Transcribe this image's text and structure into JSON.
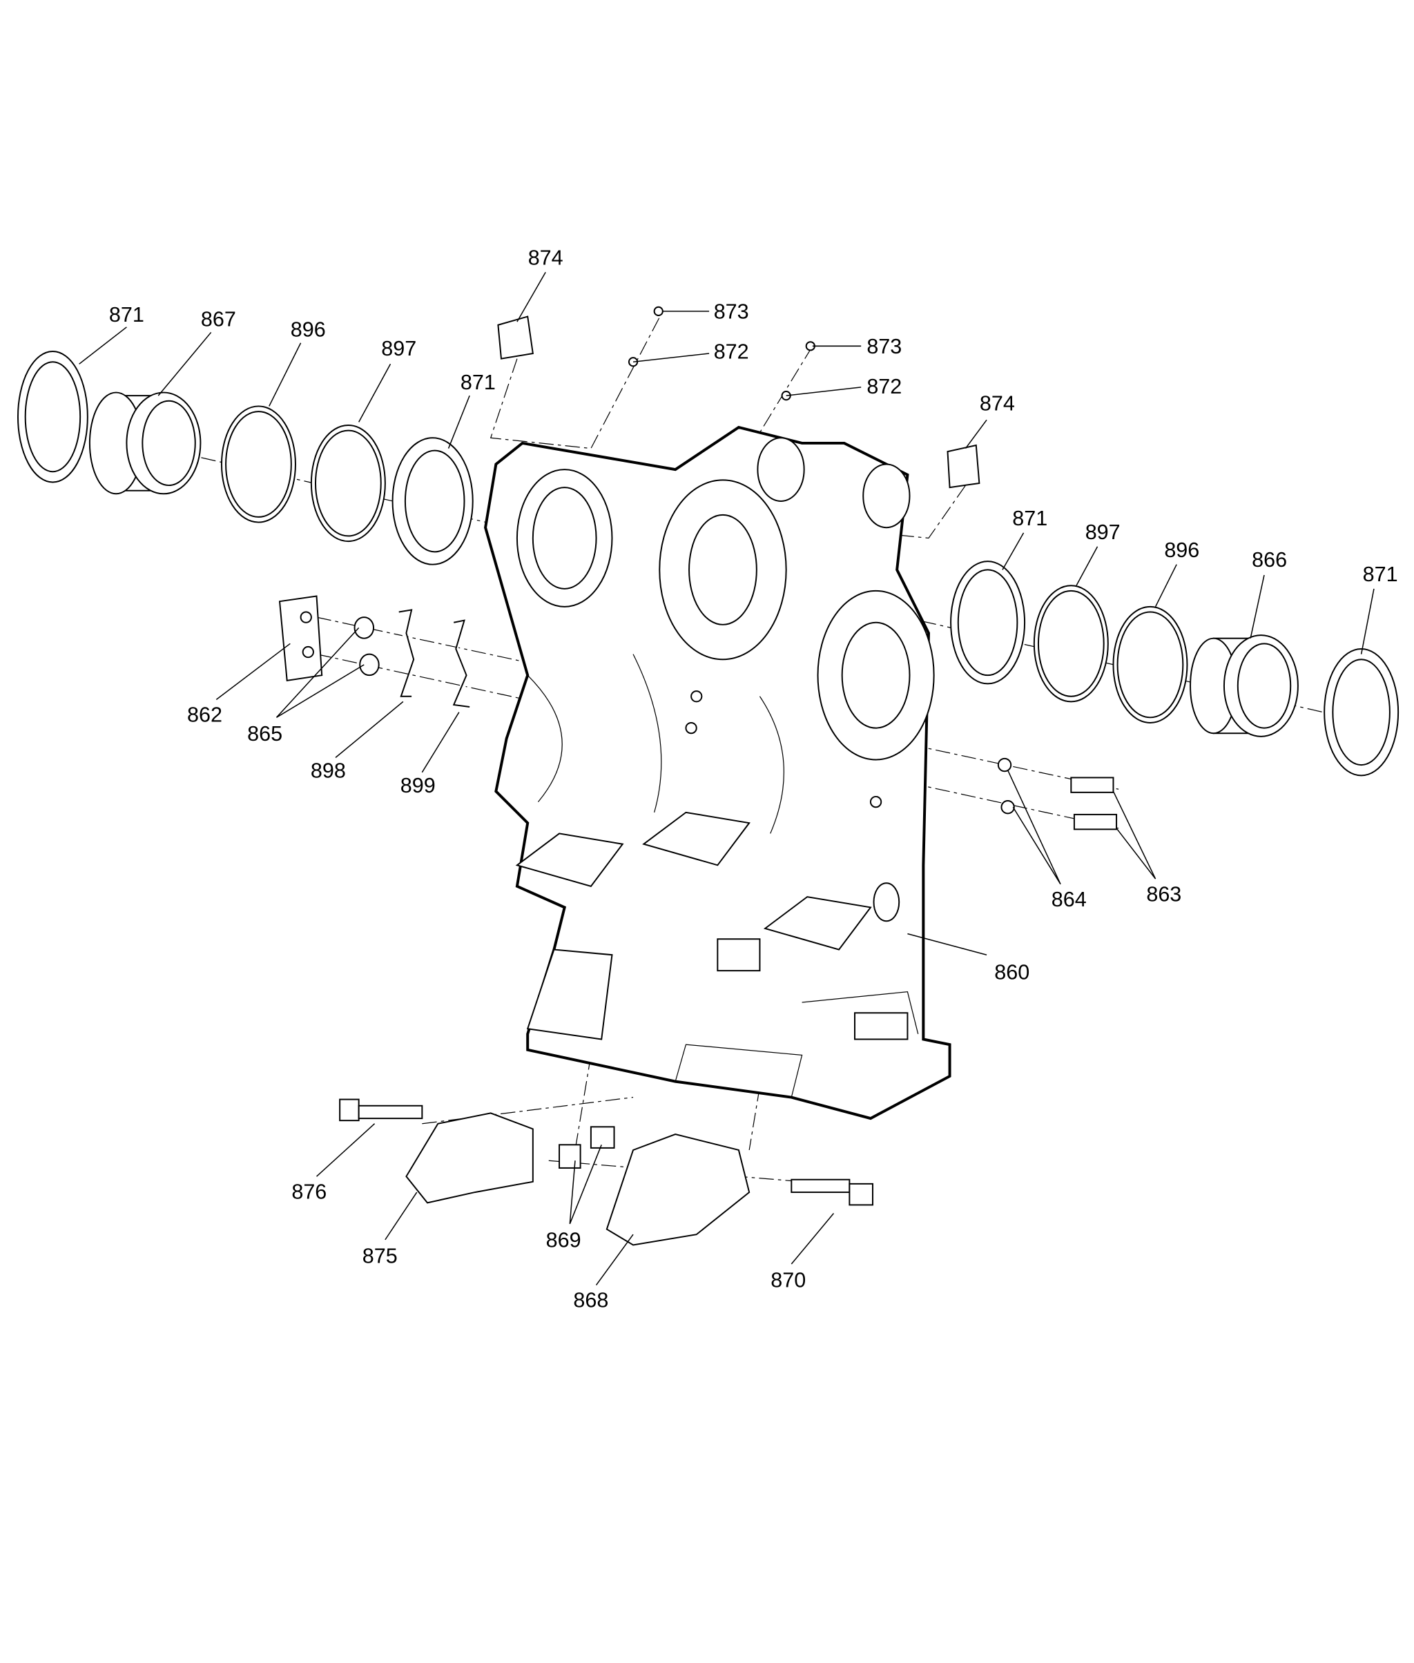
{
  "diagram": {
    "type": "exploded parts drawing",
    "labels": [
      {
        "text": "874"
      },
      {
        "text": "871"
      },
      {
        "text": "867"
      },
      {
        "text": "896"
      },
      {
        "text": "897"
      },
      {
        "text": "871"
      },
      {
        "text": "873"
      },
      {
        "text": "872"
      },
      {
        "text": "873"
      },
      {
        "text": "872"
      },
      {
        "text": "874"
      },
      {
        "text": "871"
      },
      {
        "text": "897"
      },
      {
        "text": "896"
      },
      {
        "text": "866"
      },
      {
        "text": "871"
      },
      {
        "text": "862"
      },
      {
        "text": "865"
      },
      {
        "text": "898"
      },
      {
        "text": "899"
      },
      {
        "text": "864"
      },
      {
        "text": "863"
      },
      {
        "text": "860"
      },
      {
        "text": "876"
      },
      {
        "text": "875"
      },
      {
        "text": "869"
      },
      {
        "text": "868"
      },
      {
        "text": "870"
      }
    ]
  }
}
